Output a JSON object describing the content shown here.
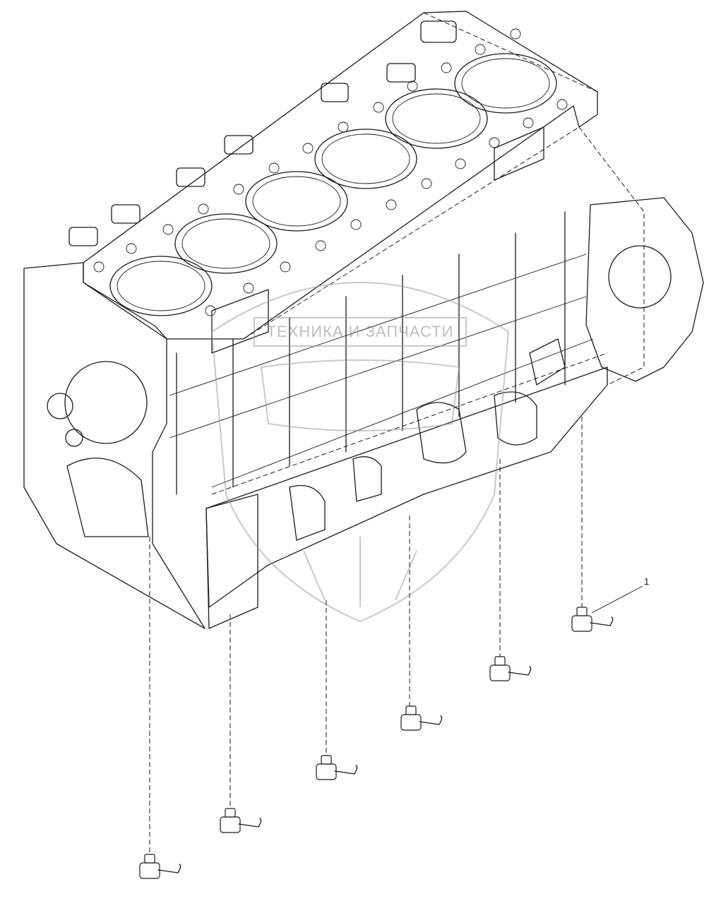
{
  "callouts": [
    {
      "label": "1"
    }
  ],
  "watermark": {
    "text": "ТЕХНИКА И ЗАПЧАСТИ",
    "color": "#8a8a8a"
  },
  "colors": {
    "line": "#1a1a1a",
    "background": "#ffffff"
  },
  "parts": [
    {
      "name": "cylinder-block"
    },
    {
      "name": "piston-cooling-nozzle"
    }
  ]
}
